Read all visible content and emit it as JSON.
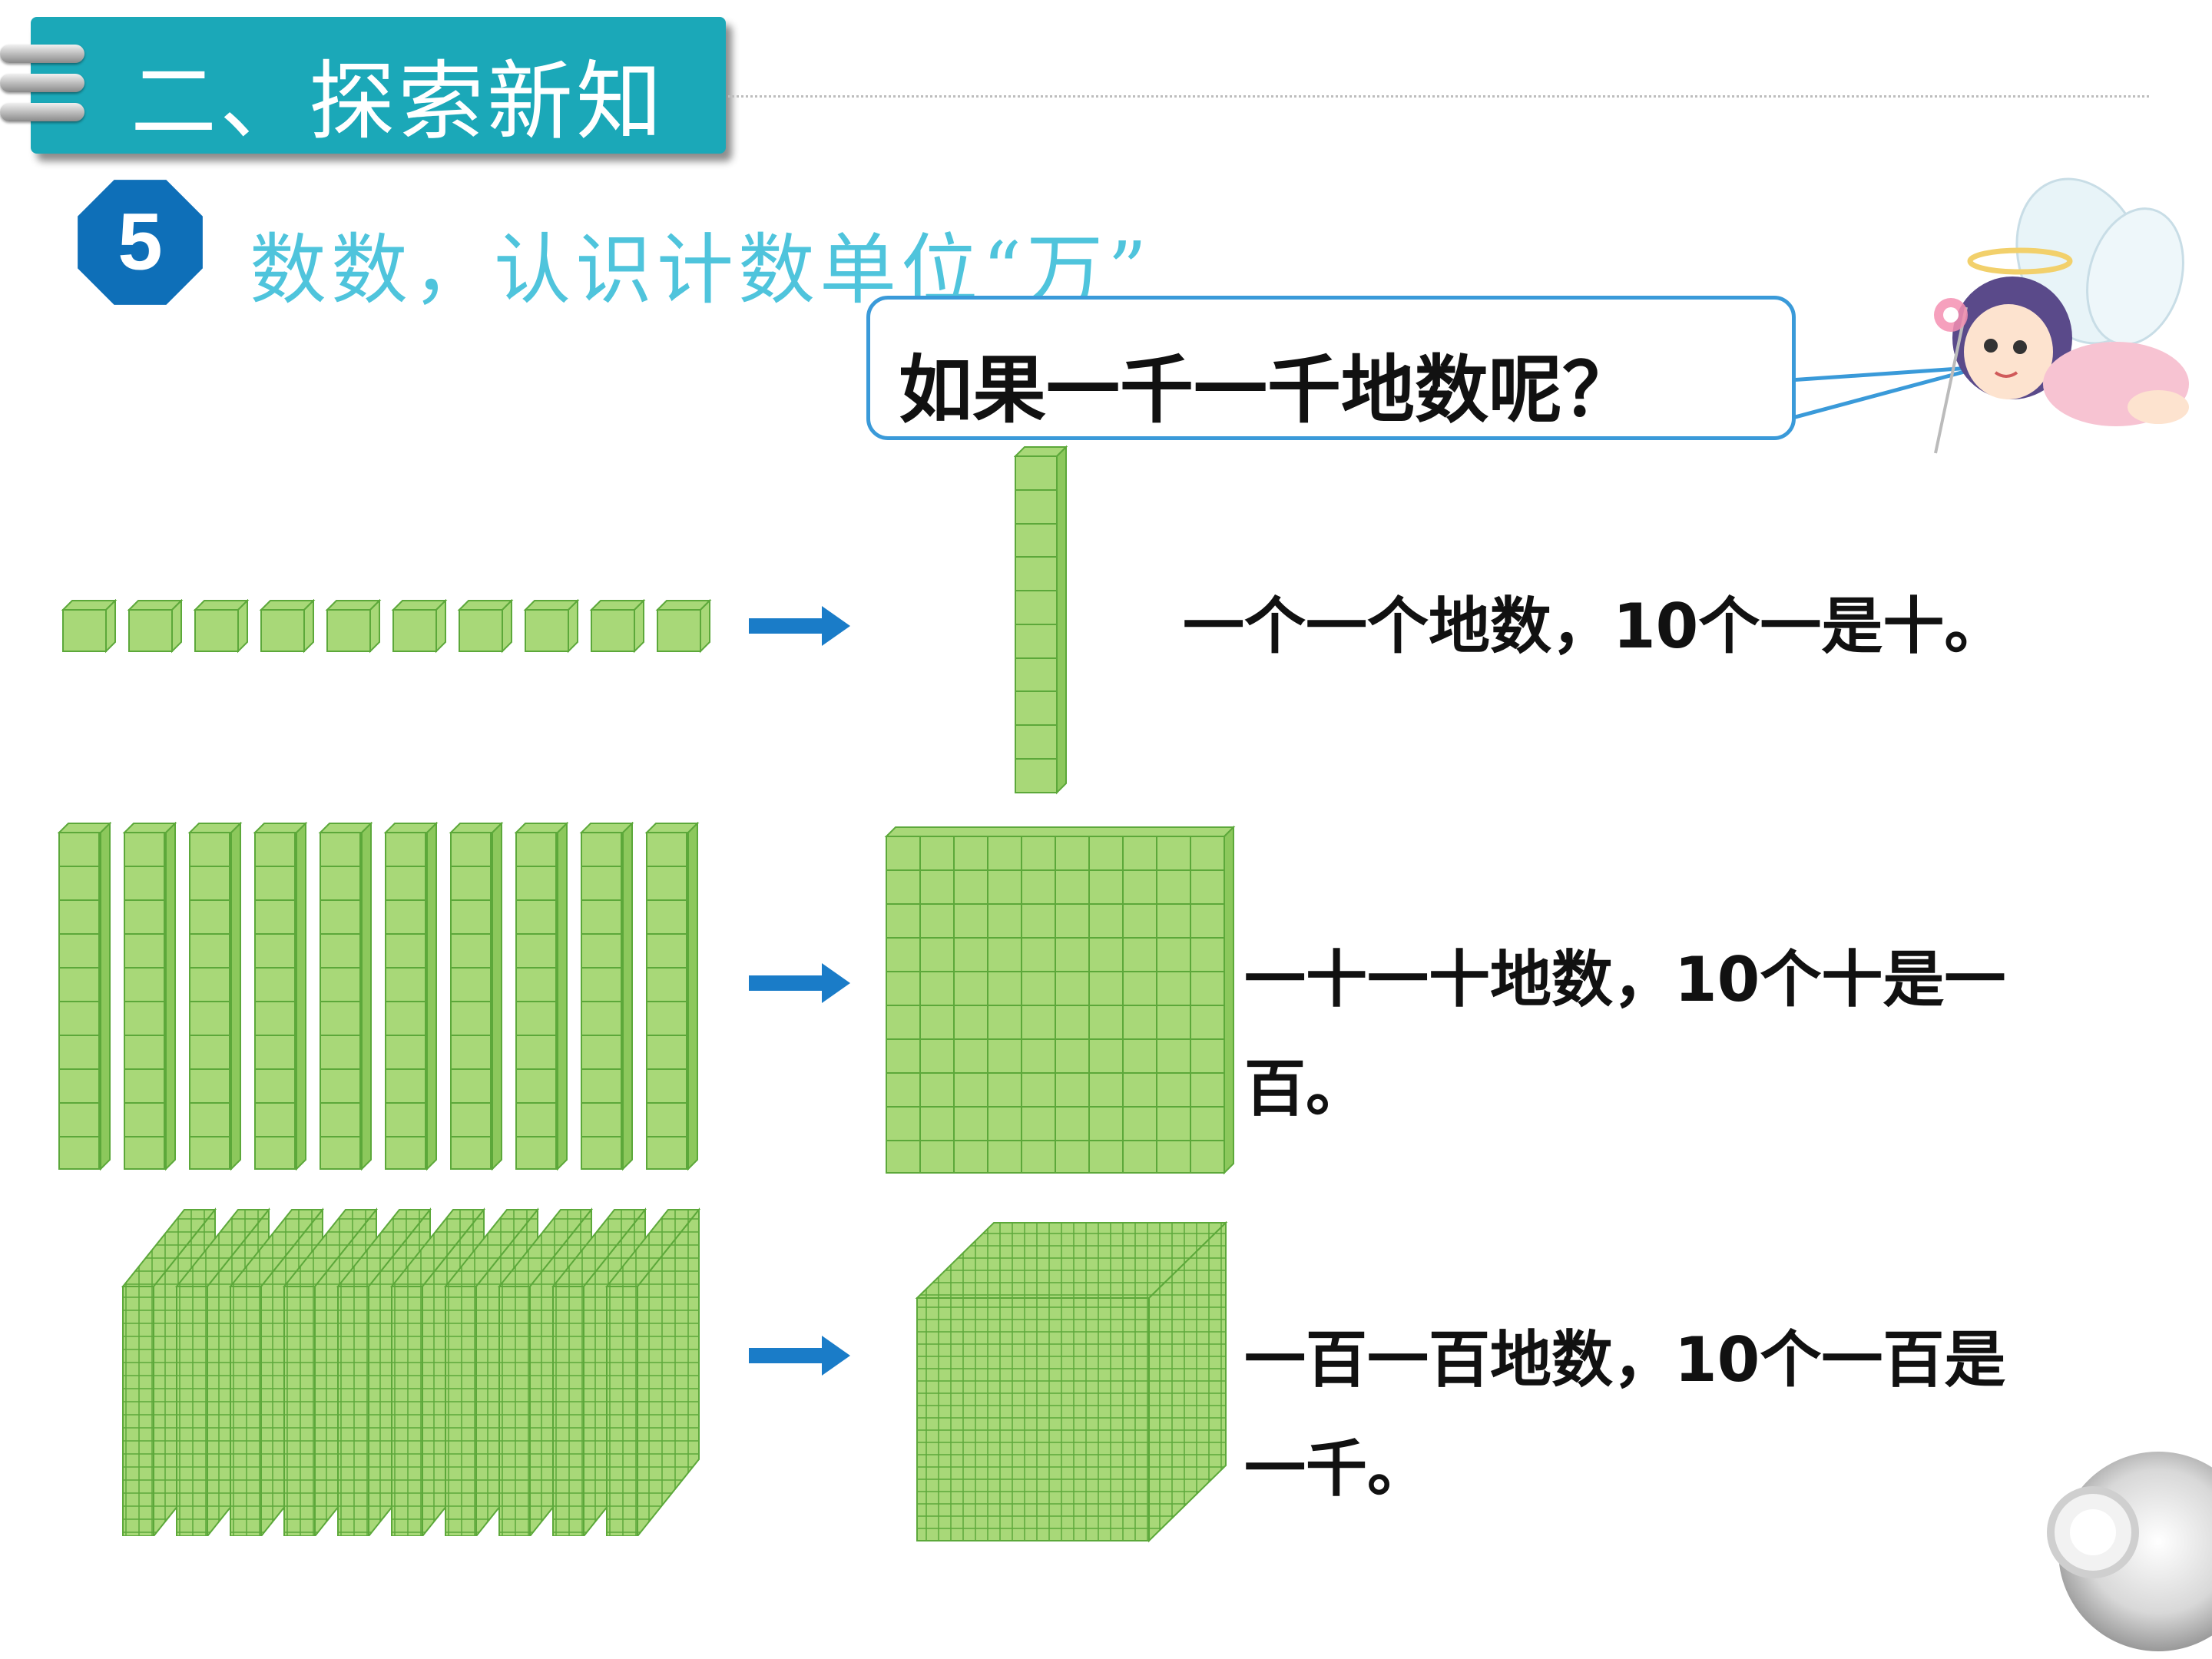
{
  "header": {
    "title": "二、探索新知"
  },
  "example": {
    "number": "5",
    "title": "数数，认识计数单位“万”"
  },
  "bubble": {
    "text": "如果一千一千地数呢？"
  },
  "rows": [
    {
      "text": "一个一个地数，10个一是十。"
    },
    {
      "line1": "一十一十地数，10个十是一",
      "line2": "百。"
    },
    {
      "line1": "一百一百地数，10个一百是",
      "line2": "一千。"
    }
  ],
  "colors": {
    "header": "#1ba8b8",
    "subtitle": "#4fc4dc",
    "cube": "#a8d878",
    "arrow": "#1a7cc8",
    "badge": "#0e6fb8"
  },
  "icons": [
    "unit-cube-icon",
    "ten-rod-icon",
    "hundred-flat-icon",
    "thousand-cube-icon",
    "arrow-right-icon",
    "fairy-illustration",
    "gear-icon"
  ]
}
